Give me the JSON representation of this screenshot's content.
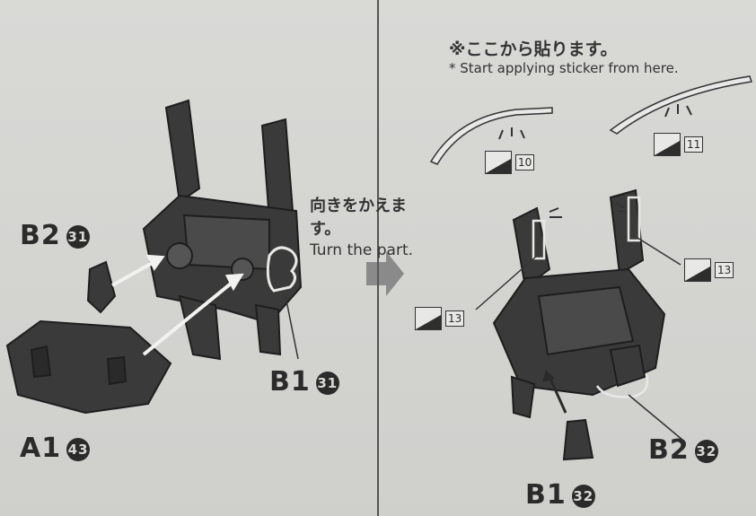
{
  "left_panel": {
    "labels": [
      {
        "id": "b2-31",
        "text": "B2",
        "num": "31"
      },
      {
        "id": "b1-31",
        "text": "B1",
        "num": "31"
      },
      {
        "id": "a1-43",
        "text": "A1",
        "num": "43"
      }
    ]
  },
  "turn_note": {
    "jp": "向きをかえます。",
    "en": "Turn the part."
  },
  "start_note": {
    "jp": "※ここから貼ります。",
    "en": "* Start applying sticker from here."
  },
  "right_panel": {
    "stickers": [
      {
        "id": "s10",
        "num": "10"
      },
      {
        "id": "s11",
        "num": "11"
      },
      {
        "id": "s13a",
        "num": "13"
      },
      {
        "id": "s13b",
        "num": "13"
      }
    ],
    "labels": [
      {
        "id": "b2-32",
        "text": "B2",
        "num": "32"
      },
      {
        "id": "b1-32",
        "text": "B1",
        "num": "32"
      }
    ]
  }
}
